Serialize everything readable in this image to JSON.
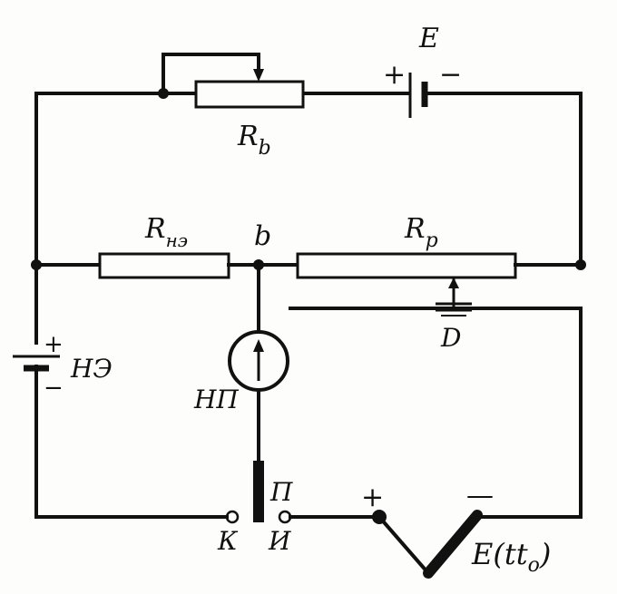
{
  "labels": {
    "E_top": "E",
    "plus_E": "+",
    "minus_E": "−",
    "Rb": "R",
    "Rb_sub": "b",
    "Rne": "R",
    "Rne_sub": "нэ",
    "node_b": "b",
    "Rp": "R",
    "Rp_sub": "p",
    "D": "D",
    "plus_NE": "+",
    "minus_NE": "−",
    "NE": "НЭ",
    "NP": "НП",
    "P": "П",
    "K": "К",
    "I": "И",
    "plus_tc": "+",
    "minus_tc": "—",
    "Ett0": "E(tt",
    "Ett0_sub": "o",
    "Ett0_close": ")"
  }
}
